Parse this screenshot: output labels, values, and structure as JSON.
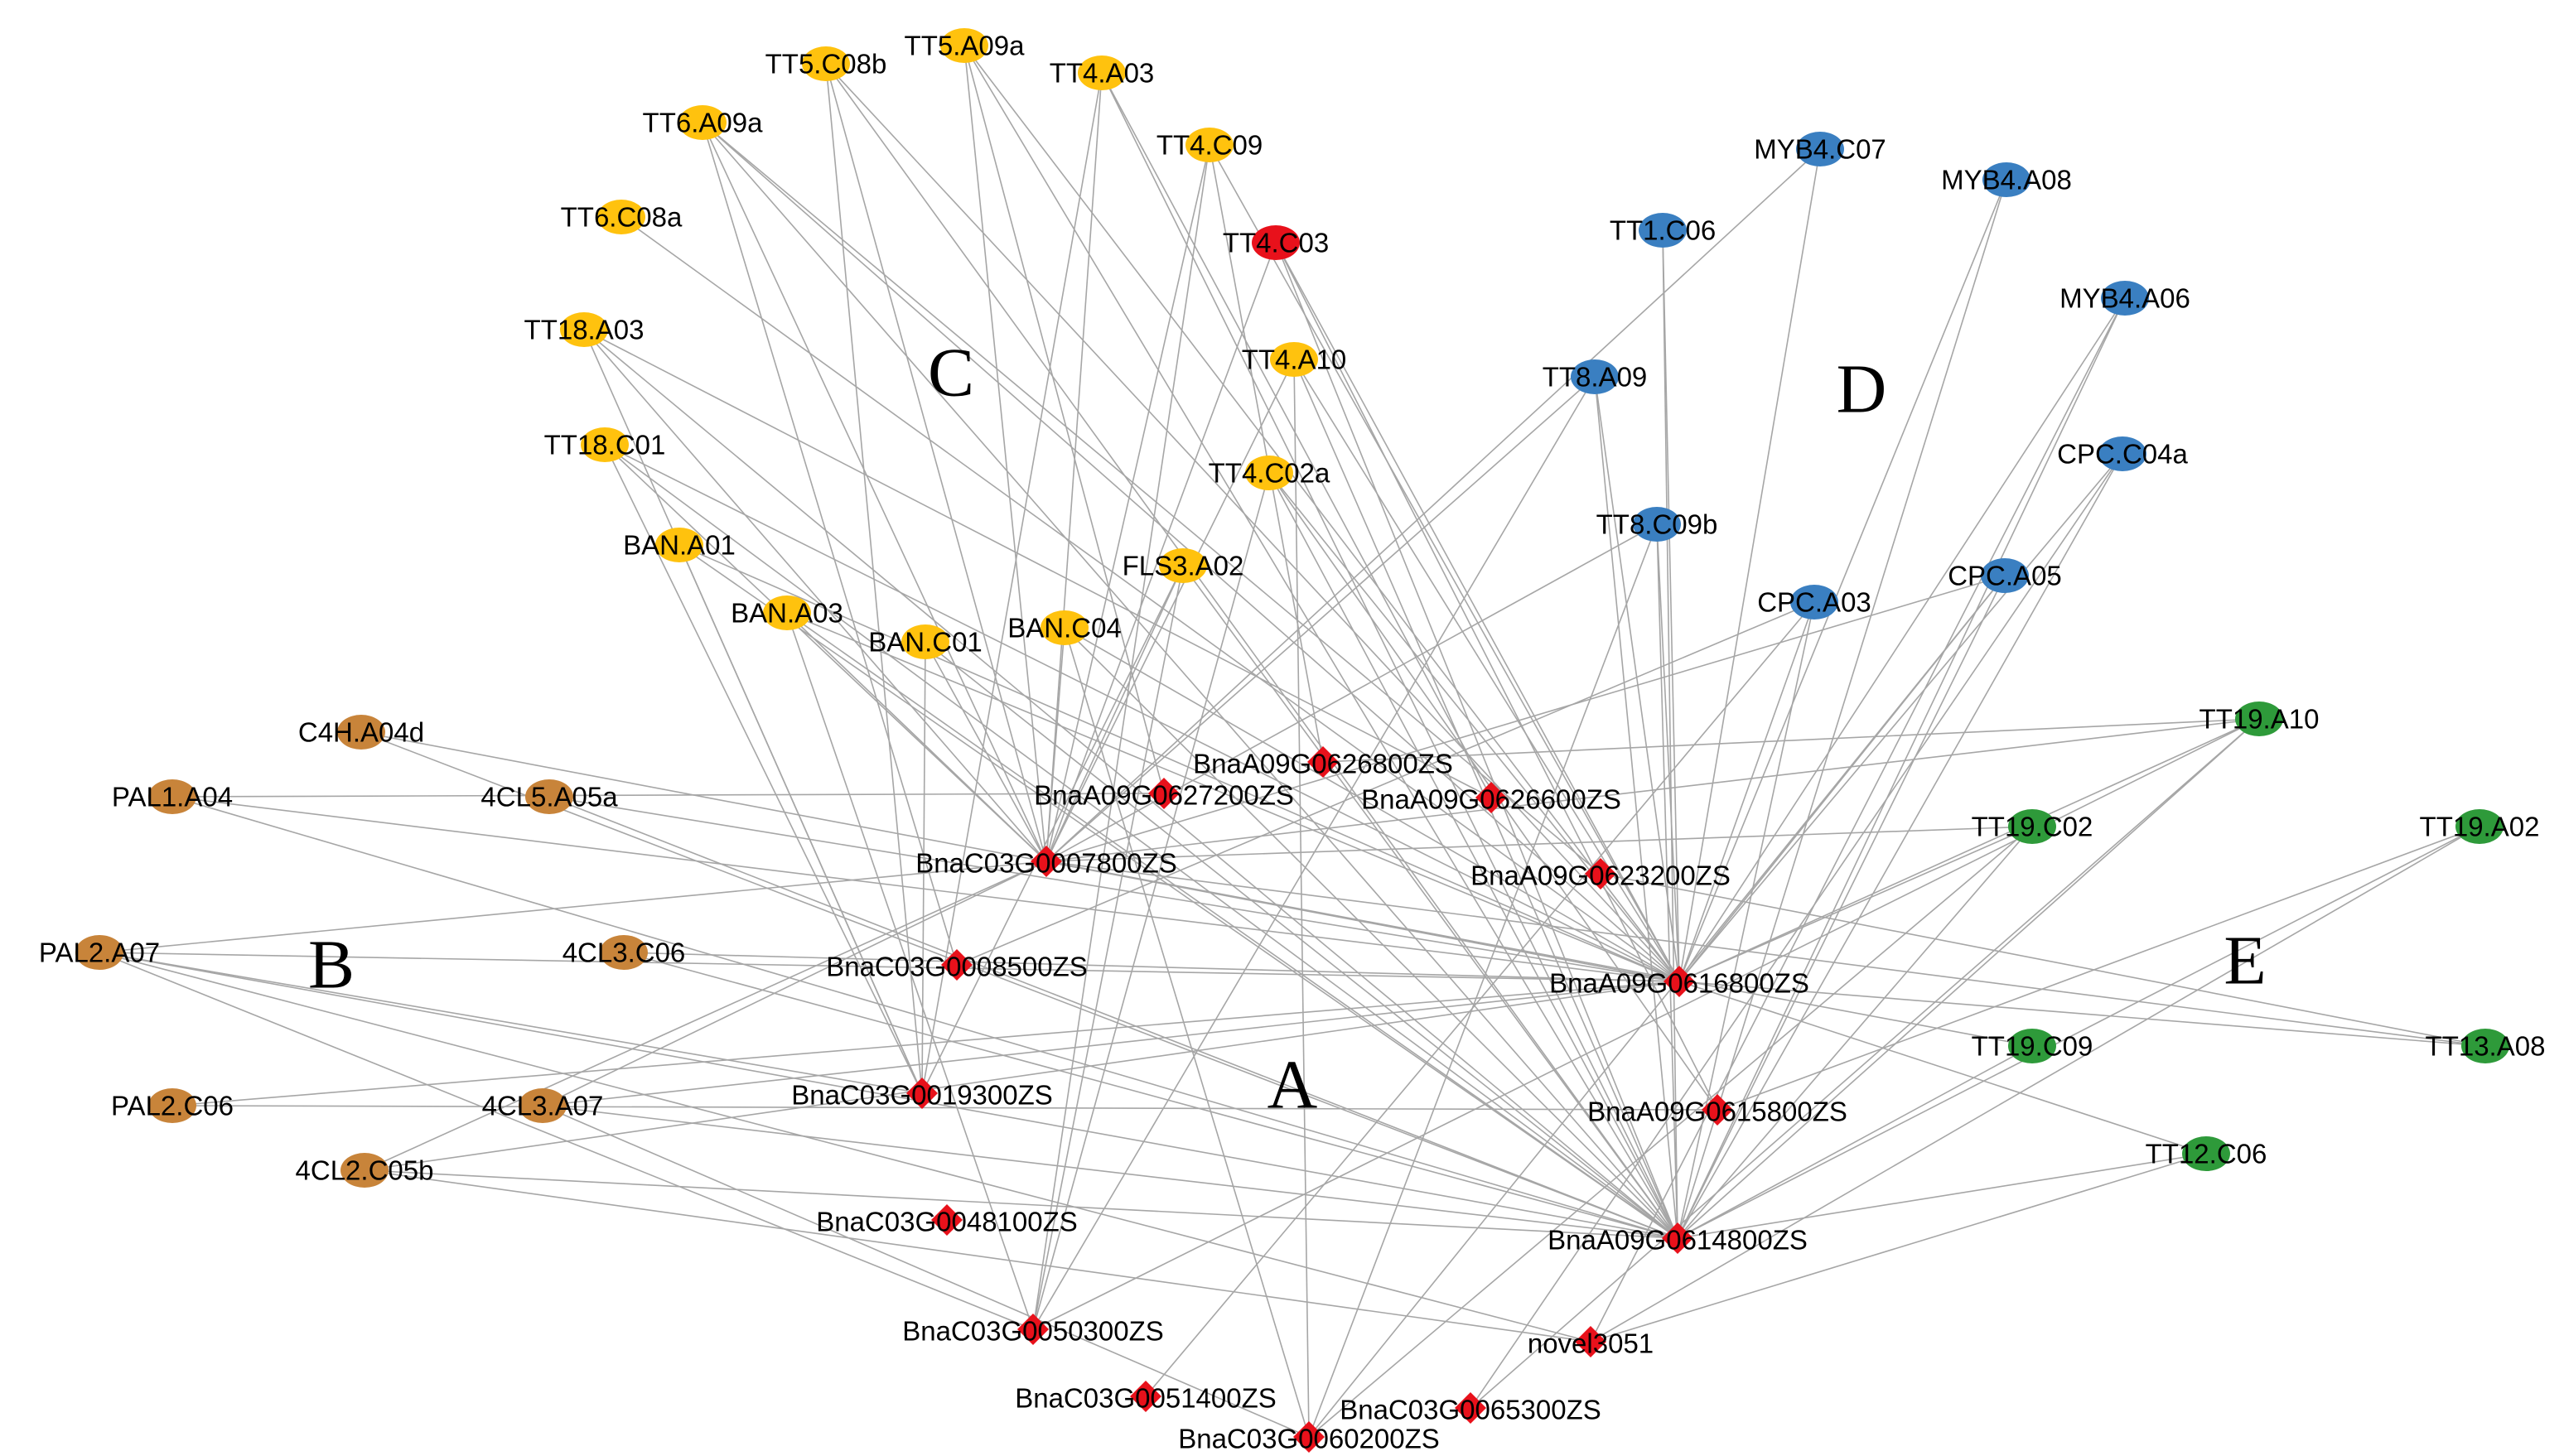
{
  "colors": {
    "edge": "#a6a6a6",
    "A": "#e8111b",
    "B": "#c8843a",
    "C": "#ffc20e",
    "D": "#3a7fc1",
    "E": "#2e9a3a",
    "highlight": "#e8111b"
  },
  "clusters": [
    {
      "id": "A",
      "label": "A"
    },
    {
      "id": "B",
      "label": "B"
    },
    {
      "id": "C",
      "label": "C"
    },
    {
      "id": "D",
      "label": "D"
    },
    {
      "id": "E",
      "label": "E"
    }
  ],
  "nodes": [
    {
      "id": "TT5.C08b",
      "group": "C"
    },
    {
      "id": "TT5.A09a",
      "group": "C"
    },
    {
      "id": "TT4.A03",
      "group": "C"
    },
    {
      "id": "TT6.A09a",
      "group": "C"
    },
    {
      "id": "TT4.C09",
      "group": "C"
    },
    {
      "id": "TT6.C08a",
      "group": "C"
    },
    {
      "id": "TT4.C03",
      "group": "C",
      "highlight": true
    },
    {
      "id": "TT18.A03",
      "group": "C"
    },
    {
      "id": "TT4.A10",
      "group": "C"
    },
    {
      "id": "TT18.C01",
      "group": "C"
    },
    {
      "id": "TT4.C02a",
      "group": "C"
    },
    {
      "id": "BAN.A01",
      "group": "C"
    },
    {
      "id": "FLS3.A02",
      "group": "C"
    },
    {
      "id": "BAN.A03",
      "group": "C"
    },
    {
      "id": "BAN.C01",
      "group": "C"
    },
    {
      "id": "BAN.C04",
      "group": "C"
    },
    {
      "id": "MYB4.C07",
      "group": "D"
    },
    {
      "id": "MYB4.A08",
      "group": "D"
    },
    {
      "id": "TT1.C06",
      "group": "D"
    },
    {
      "id": "MYB4.A06",
      "group": "D"
    },
    {
      "id": "TT8.A09",
      "group": "D"
    },
    {
      "id": "CPC.C04a",
      "group": "D"
    },
    {
      "id": "TT8.C09b",
      "group": "D"
    },
    {
      "id": "CPC.A03",
      "group": "D"
    },
    {
      "id": "CPC.A05",
      "group": "D"
    },
    {
      "id": "C4H.A04d",
      "group": "B"
    },
    {
      "id": "PAL1.A04",
      "group": "B"
    },
    {
      "id": "4CL5.A05a",
      "group": "B"
    },
    {
      "id": "PAL2.A07",
      "group": "B"
    },
    {
      "id": "4CL3.C06",
      "group": "B"
    },
    {
      "id": "PAL2.C06",
      "group": "B"
    },
    {
      "id": "4CL3.A07",
      "group": "B"
    },
    {
      "id": "4CL2.C05b",
      "group": "B"
    },
    {
      "id": "TT19.A10",
      "group": "E"
    },
    {
      "id": "TT19.C02",
      "group": "E"
    },
    {
      "id": "TT19.A02",
      "group": "E"
    },
    {
      "id": "TT19.C09",
      "group": "E"
    },
    {
      "id": "TT13.A08",
      "group": "E"
    },
    {
      "id": "TT12.C06",
      "group": "E"
    },
    {
      "id": "BnaA09G0626800ZS",
      "group": "A"
    },
    {
      "id": "BnaA09G0627200ZS",
      "group": "A"
    },
    {
      "id": "BnaA09G0626600ZS",
      "group": "A"
    },
    {
      "id": "BnaC03G0007800ZS",
      "group": "A"
    },
    {
      "id": "BnaA09G0623200ZS",
      "group": "A"
    },
    {
      "id": "BnaC03G0008500ZS",
      "group": "A"
    },
    {
      "id": "BnaA09G0616800ZS",
      "group": "A"
    },
    {
      "id": "BnaC03G0019300ZS",
      "group": "A"
    },
    {
      "id": "BnaA09G0615800ZS",
      "group": "A"
    },
    {
      "id": "BnaC03G0048100ZS",
      "group": "A"
    },
    {
      "id": "BnaA09G0614800ZS",
      "group": "A"
    },
    {
      "id": "BnaC03G0050300ZS",
      "group": "A"
    },
    {
      "id": "novel3051",
      "group": "A"
    },
    {
      "id": "BnaC03G0051400ZS",
      "group": "A"
    },
    {
      "id": "BnaC03G0065300ZS",
      "group": "A"
    },
    {
      "id": "BnaC03G0060200ZS",
      "group": "A"
    }
  ],
  "edges": [
    [
      "TT5.C08b",
      "BnaC03G0007800ZS"
    ],
    [
      "TT5.C08b",
      "BnaA09G0616800ZS"
    ],
    [
      "TT5.C08b",
      "BnaA09G0614800ZS"
    ],
    [
      "TT5.C08b",
      "BnaC03G0019300ZS"
    ],
    [
      "TT5.A09a",
      "BnaC03G0007800ZS"
    ],
    [
      "TT5.A09a",
      "BnaA09G0616800ZS"
    ],
    [
      "TT5.A09a",
      "BnaA09G0614800ZS"
    ],
    [
      "TT5.A09a",
      "BnaA09G0627200ZS"
    ],
    [
      "TT4.A03",
      "BnaC03G0007800ZS"
    ],
    [
      "TT4.A03",
      "BnaA09G0626600ZS"
    ],
    [
      "TT4.A03",
      "BnaA09G0614800ZS"
    ],
    [
      "TT4.A03",
      "BnaC03G0019300ZS"
    ],
    [
      "TT6.A09a",
      "BnaC03G0007800ZS"
    ],
    [
      "TT6.A09a",
      "BnaA09G0616800ZS"
    ],
    [
      "TT6.A09a",
      "BnaA09G0623200ZS"
    ],
    [
      "TT6.A09a",
      "BnaC03G0008500ZS"
    ],
    [
      "TT6.A09a",
      "BnaA09G0614800ZS"
    ],
    [
      "TT4.C09",
      "BnaA09G0626800ZS"
    ],
    [
      "TT4.C09",
      "BnaA09G0616800ZS"
    ],
    [
      "TT4.C09",
      "BnaC03G0050300ZS"
    ],
    [
      "TT4.C09",
      "BnaC03G0007800ZS"
    ],
    [
      "TT6.C08a",
      "BnaA09G0616800ZS"
    ],
    [
      "TT4.C03",
      "BnaA09G0616800ZS"
    ],
    [
      "TT4.C03",
      "BnaA09G0614800ZS"
    ],
    [
      "TT4.C03",
      "BnaC03G0007800ZS"
    ],
    [
      "TT4.C03",
      "BnaA09G0615800ZS"
    ],
    [
      "TT18.A03",
      "BnaC03G0007800ZS"
    ],
    [
      "TT18.A03",
      "BnaA09G0626600ZS"
    ],
    [
      "TT18.A03",
      "BnaC03G0019300ZS"
    ],
    [
      "TT18.A03",
      "BnaA09G0614800ZS"
    ],
    [
      "TT4.A10",
      "BnaA09G0616800ZS"
    ],
    [
      "TT4.A10",
      "BnaA09G0614800ZS"
    ],
    [
      "TT4.A10",
      "BnaC03G0007800ZS"
    ],
    [
      "TT4.A10",
      "BnaC03G0060200ZS"
    ],
    [
      "TT18.C01",
      "BnaC03G0019300ZS"
    ],
    [
      "TT18.C01",
      "BnaA09G0616800ZS"
    ],
    [
      "TT18.C01",
      "BnaA09G0614800ZS"
    ],
    [
      "TT18.C01",
      "BnaC03G0007800ZS"
    ],
    [
      "TT4.C02a",
      "BnaA09G0616800ZS"
    ],
    [
      "TT4.C02a",
      "BnaA09G0614800ZS"
    ],
    [
      "TT4.C02a",
      "BnaC03G0050300ZS"
    ],
    [
      "TT4.C02a",
      "BnaA09G0615800ZS"
    ],
    [
      "BAN.A01",
      "BnaC03G0019300ZS"
    ],
    [
      "BAN.A01",
      "BnaA09G0614800ZS"
    ],
    [
      "BAN.A01",
      "BnaA09G0616800ZS"
    ],
    [
      "FLS3.A02",
      "BnaC03G0007800ZS"
    ],
    [
      "FLS3.A02",
      "BnaC03G0050300ZS"
    ],
    [
      "FLS3.A02",
      "BnaA09G0614800ZS"
    ],
    [
      "FLS3.A02",
      "BnaC03G0019300ZS"
    ],
    [
      "BAN.A03",
      "BnaC03G0007800ZS"
    ],
    [
      "BAN.A03",
      "BnaA09G0614800ZS"
    ],
    [
      "BAN.A03",
      "BnaA09G0616800ZS"
    ],
    [
      "BAN.A03",
      "BnaC03G0050300ZS"
    ],
    [
      "BAN.C01",
      "BnaC03G0007800ZS"
    ],
    [
      "BAN.C01",
      "BnaA09G0614800ZS"
    ],
    [
      "BAN.C01",
      "BnaC03G0019300ZS"
    ],
    [
      "BAN.C04",
      "BnaC03G0007800ZS"
    ],
    [
      "BAN.C04",
      "BnaA09G0616800ZS"
    ],
    [
      "BAN.C04",
      "BnaA09G0614800ZS"
    ],
    [
      "BAN.C04",
      "BnaC03G0060200ZS"
    ],
    [
      "MYB4.C07",
      "BnaA09G0616800ZS"
    ],
    [
      "MYB4.C07",
      "BnaC03G0007800ZS"
    ],
    [
      "MYB4.A08",
      "BnaA09G0616800ZS"
    ],
    [
      "MYB4.A08",
      "BnaA09G0614800ZS"
    ],
    [
      "TT1.C06",
      "BnaA09G0614800ZS"
    ],
    [
      "TT1.C06",
      "BnaA09G0616800ZS"
    ],
    [
      "MYB4.A06",
      "BnaA09G0616800ZS"
    ],
    [
      "MYB4.A06",
      "BnaA09G0614800ZS"
    ],
    [
      "MYB4.A06",
      "novel3051"
    ],
    [
      "TT8.A09",
      "BnaA09G0616800ZS"
    ],
    [
      "TT8.A09",
      "BnaC03G0007800ZS"
    ],
    [
      "TT8.A09",
      "BnaA09G0614800ZS"
    ],
    [
      "TT8.A09",
      "BnaC03G0050300ZS"
    ],
    [
      "CPC.C04a",
      "BnaA09G0616800ZS"
    ],
    [
      "CPC.C04a",
      "BnaA09G0614800ZS"
    ],
    [
      "CPC.C04a",
      "BnaC03G0065300ZS"
    ],
    [
      "TT8.C09b",
      "BnaA09G0616800ZS"
    ],
    [
      "TT8.C09b",
      "BnaA09G0614800ZS"
    ],
    [
      "TT8.C09b",
      "BnaC03G0007800ZS"
    ],
    [
      "TT8.C09b",
      "BnaC03G0060200ZS"
    ],
    [
      "CPC.A03",
      "BnaA09G0614800ZS"
    ],
    [
      "CPC.A03",
      "BnaA09G0616800ZS"
    ],
    [
      "CPC.A03",
      "BnaC03G0008500ZS"
    ],
    [
      "CPC.A03",
      "BnaC03G0051400ZS"
    ],
    [
      "CPC.A05",
      "BnaA09G0616800ZS"
    ],
    [
      "CPC.A05",
      "BnaA09G0614800ZS"
    ],
    [
      "CPC.A05",
      "BnaC03G0007800ZS"
    ],
    [
      "CPC.A05",
      "BnaC03G0060200ZS"
    ],
    [
      "C4H.A04d",
      "BnaA09G0616800ZS"
    ],
    [
      "C4H.A04d",
      "BnaA09G0614800ZS"
    ],
    [
      "PAL1.A04",
      "BnaA09G0616800ZS"
    ],
    [
      "PAL1.A04",
      "BnaA09G0614800ZS"
    ],
    [
      "PAL1.A04",
      "BnaA09G0627200ZS"
    ],
    [
      "4CL5.A05a",
      "BnaA09G0616800ZS"
    ],
    [
      "4CL5.A05a",
      "BnaA09G0614800ZS"
    ],
    [
      "PAL2.A07",
      "BnaC03G0007800ZS"
    ],
    [
      "PAL2.A07",
      "BnaA09G0616800ZS"
    ],
    [
      "PAL2.A07",
      "BnaA09G0614800ZS"
    ],
    [
      "PAL2.A07",
      "BnaC03G0050300ZS"
    ],
    [
      "PAL2.A07",
      "novel3051"
    ],
    [
      "PAL2.A07",
      "BnaC03G0019300ZS"
    ],
    [
      "4CL3.C06",
      "BnaA09G0616800ZS"
    ],
    [
      "4CL3.C06",
      "BnaA09G0614800ZS"
    ],
    [
      "PAL2.C06",
      "BnaA09G0616800ZS"
    ],
    [
      "PAL2.C06",
      "BnaA09G0615800ZS"
    ],
    [
      "4CL3.A07",
      "BnaA09G0614800ZS"
    ],
    [
      "4CL3.A07",
      "BnaC03G0007800ZS"
    ],
    [
      "4CL3.A07",
      "BnaA09G0616800ZS"
    ],
    [
      "4CL3.A07",
      "BnaC03G0060200ZS"
    ],
    [
      "4CL2.C05b",
      "BnaA09G0614800ZS"
    ],
    [
      "4CL2.C05b",
      "BnaC03G0007800ZS"
    ],
    [
      "4CL2.C05b",
      "BnaA09G0616800ZS"
    ],
    [
      "4CL2.C05b",
      "novel3051"
    ],
    [
      "TT19.A10",
      "BnaC03G0007800ZS"
    ],
    [
      "TT19.A10",
      "BnaA09G0616800ZS"
    ],
    [
      "TT19.A10",
      "BnaA09G0614800ZS"
    ],
    [
      "TT19.A10",
      "BnaC03G0050300ZS"
    ],
    [
      "TT19.A10",
      "BnaA09G0626800ZS"
    ],
    [
      "TT19.A10",
      "BnaC03G0065300ZS"
    ],
    [
      "TT19.C02",
      "BnaA09G0616800ZS"
    ],
    [
      "TT19.C02",
      "BnaA09G0614800ZS"
    ],
    [
      "TT19.C02",
      "BnaC03G0007800ZS"
    ],
    [
      "TT19.C02",
      "BnaC03G0060200ZS"
    ],
    [
      "TT19.A02",
      "BnaA09G0614800ZS"
    ],
    [
      "TT19.A02",
      "BnaA09G0615800ZS"
    ],
    [
      "TT19.A02",
      "novel3051"
    ],
    [
      "TT19.C09",
      "BnaA09G0614800ZS"
    ],
    [
      "TT19.C09",
      "BnaC03G0007800ZS"
    ],
    [
      "TT13.A08",
      "BnaA09G0616800ZS"
    ],
    [
      "TT13.A08",
      "BnaC03G0007800ZS"
    ],
    [
      "TT13.A08",
      "BnaA09G0623200ZS"
    ],
    [
      "TT12.C06",
      "BnaA09G0614800ZS"
    ],
    [
      "TT12.C06",
      "BnaA09G0616800ZS"
    ],
    [
      "TT12.C06",
      "novel3051"
    ]
  ]
}
